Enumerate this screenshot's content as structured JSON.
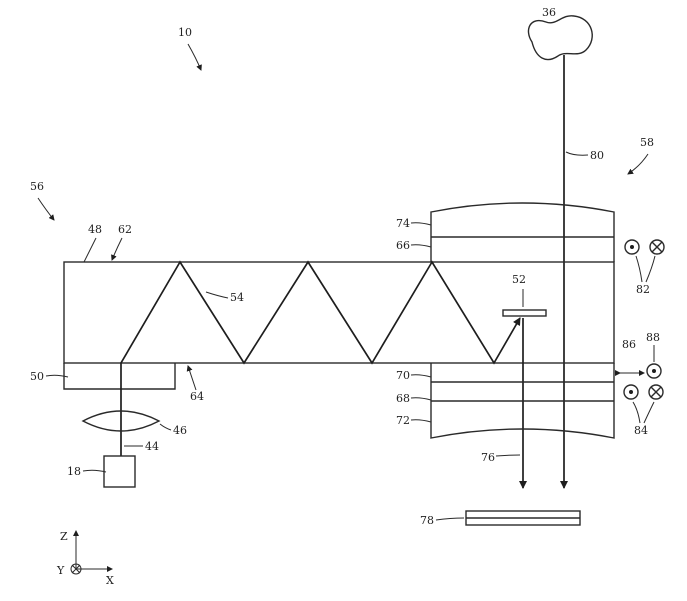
{
  "labels": {
    "ref_10": "10",
    "ref_36": "36",
    "ref_80": "80",
    "ref_58": "58",
    "ref_56": "56",
    "ref_48": "48",
    "ref_62": "62",
    "ref_74": "74",
    "ref_66": "66",
    "ref_82": "82",
    "ref_52": "52",
    "ref_54": "54",
    "ref_50": "50",
    "ref_64": "64",
    "ref_70": "70",
    "ref_68": "68",
    "ref_72": "72",
    "ref_86": "86",
    "ref_88": "88",
    "ref_84": "84",
    "ref_46": "46",
    "ref_44": "44",
    "ref_18": "18",
    "ref_76": "76",
    "ref_78": "78"
  },
  "axes": {
    "z": "Z",
    "y": "Y",
    "x": "X"
  }
}
